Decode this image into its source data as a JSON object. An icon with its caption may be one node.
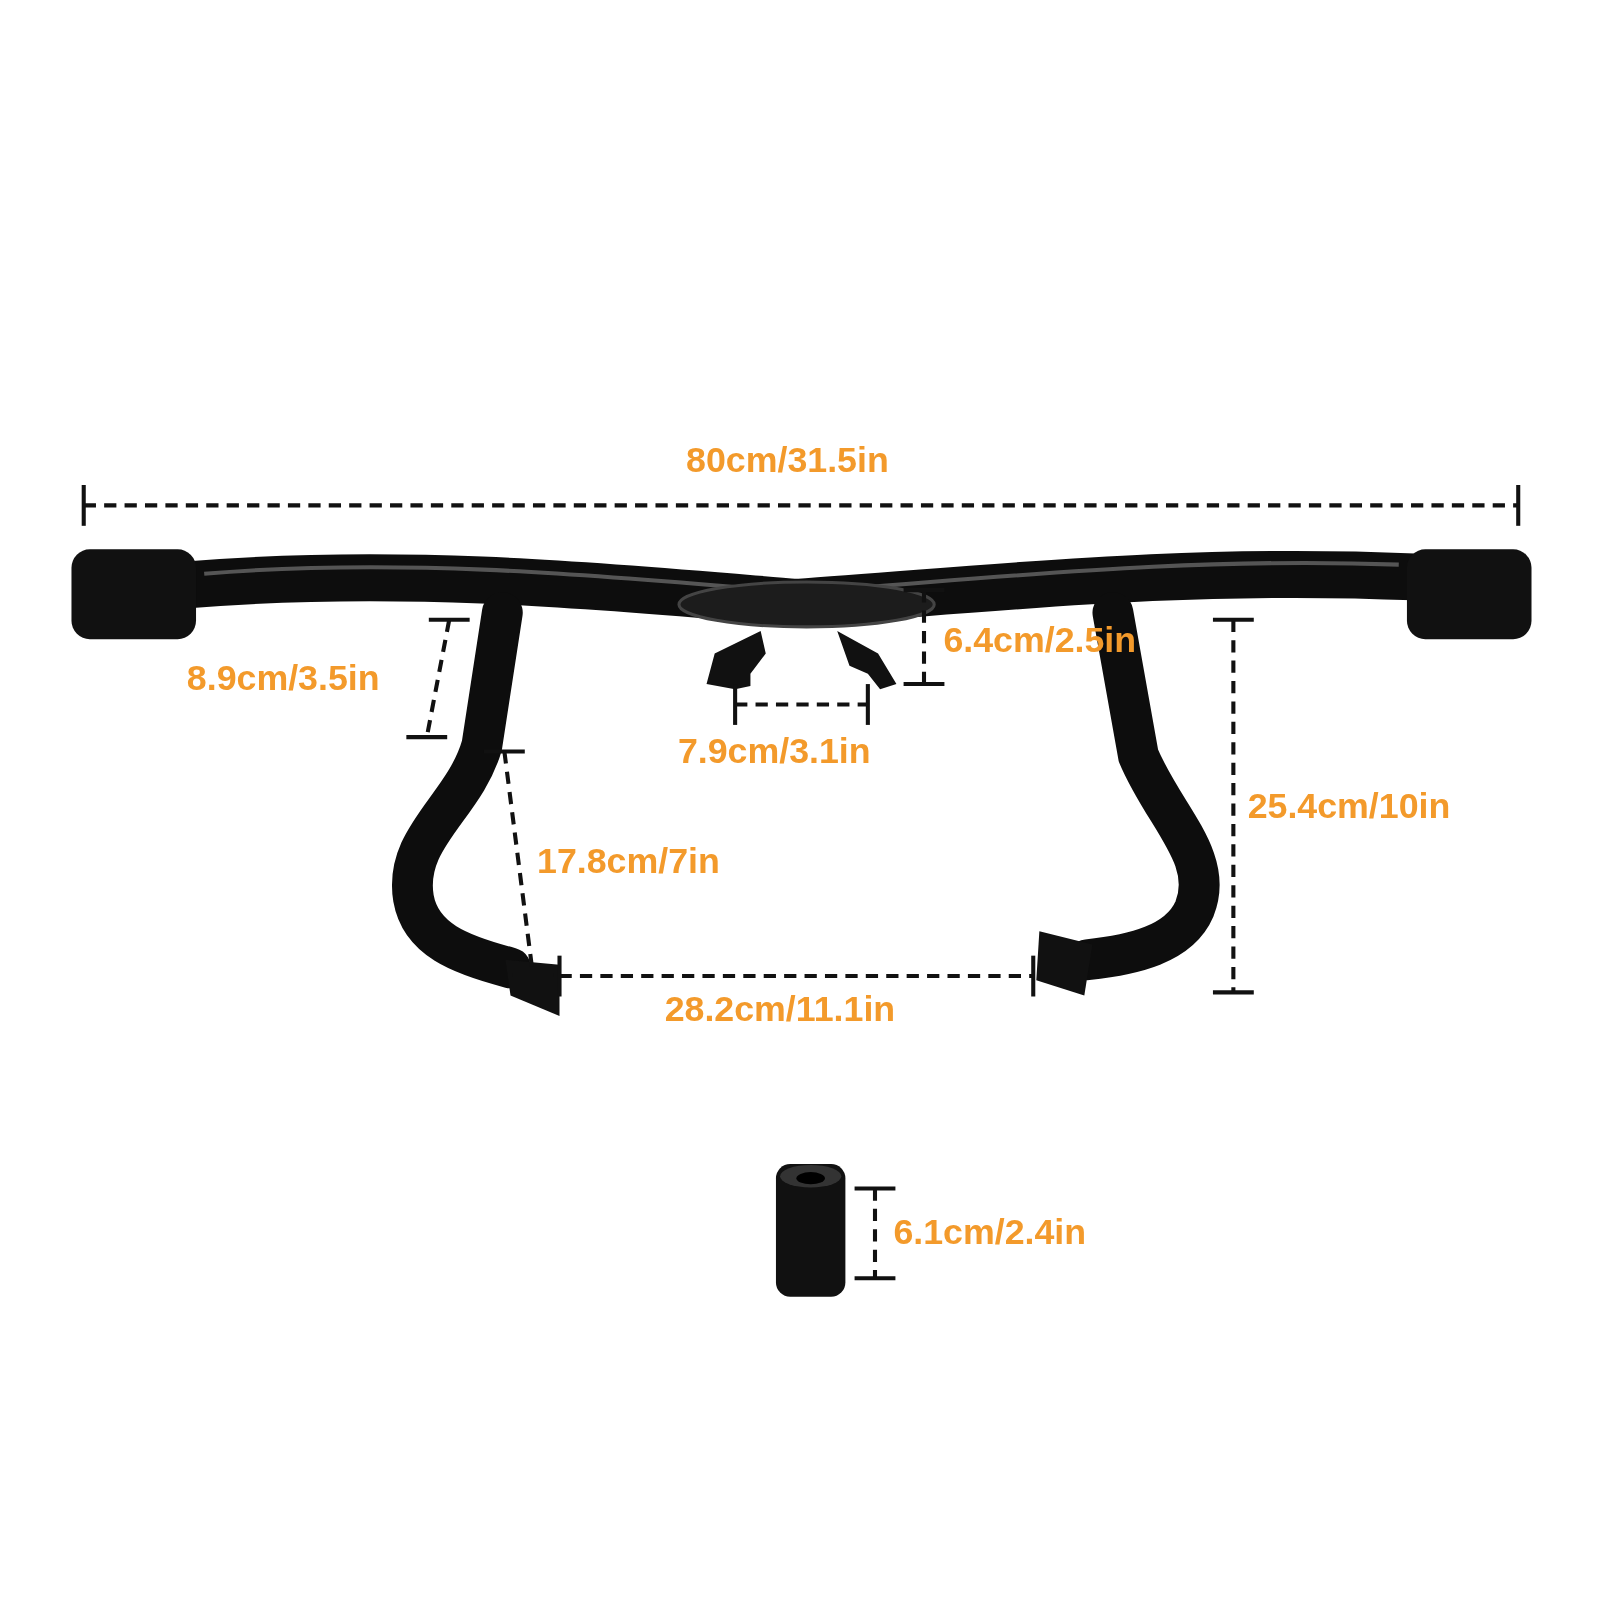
{
  "diagram": {
    "labels": [
      "80cm/31.5in",
      "6.4cm/2.5in",
      "8.9cm/3.5in",
      "7.9cm/3.1in",
      "25.4cm/10in",
      "17.8cm/7in",
      "28.2cm/11.1in",
      "6.1cm/2.4in"
    ]
  }
}
